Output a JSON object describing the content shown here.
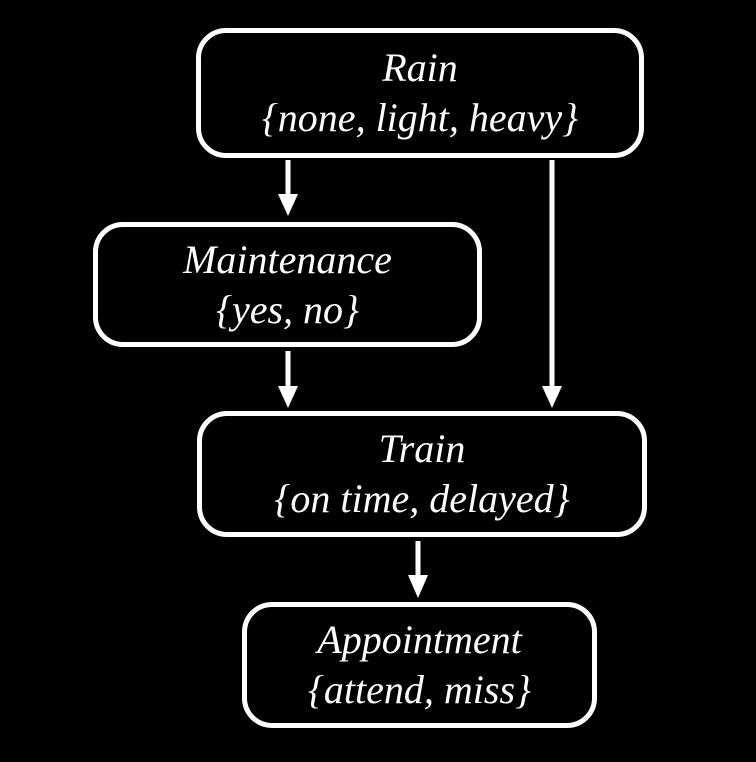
{
  "diagram": {
    "type": "bayesian-network",
    "background_color": "#000000",
    "node_border_color": "#ffffff",
    "text_color": "#ffffff",
    "arrow_color": "#ffffff",
    "nodes": [
      {
        "id": "rain",
        "label": "Rain",
        "values": "{none, light, heavy}"
      },
      {
        "id": "maintenance",
        "label": "Maintenance",
        "values": "{yes, no}"
      },
      {
        "id": "train",
        "label": "Train",
        "values": "{on time, delayed}"
      },
      {
        "id": "appointment",
        "label": "Appointment",
        "values": "{attend, miss}"
      }
    ],
    "edges": [
      {
        "from": "rain",
        "to": "maintenance"
      },
      {
        "from": "rain",
        "to": "train"
      },
      {
        "from": "maintenance",
        "to": "train"
      },
      {
        "from": "train",
        "to": "appointment"
      }
    ]
  }
}
